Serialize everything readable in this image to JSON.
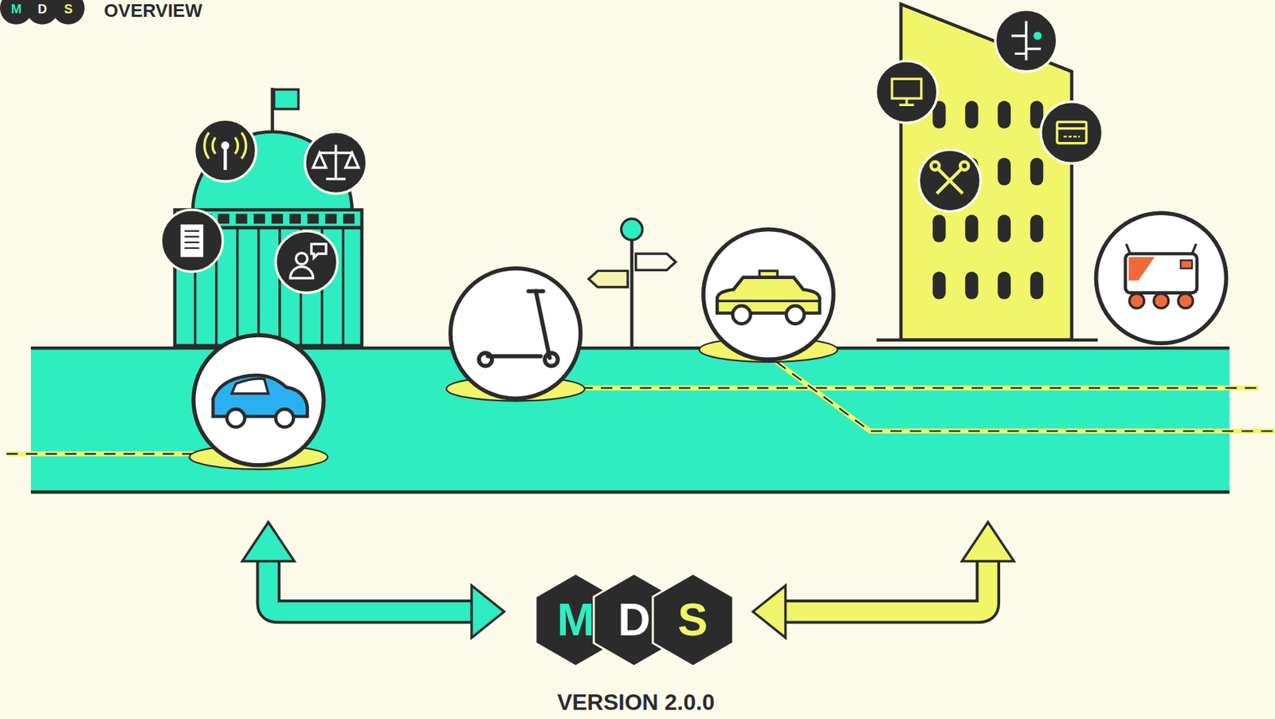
{
  "diagram": {
    "title": "OVERVIEW",
    "nodes": [
      {
        "text": [
          "M"
        ]
      },
      {
        "text": [
          "D"
        ]
      },
      {
        "text": [
          "S"
        ]
      }
    ],
    "labels": [
      "M",
      "D",
      "S",
      "VERSION 2.0.0"
    ]
  }
}
